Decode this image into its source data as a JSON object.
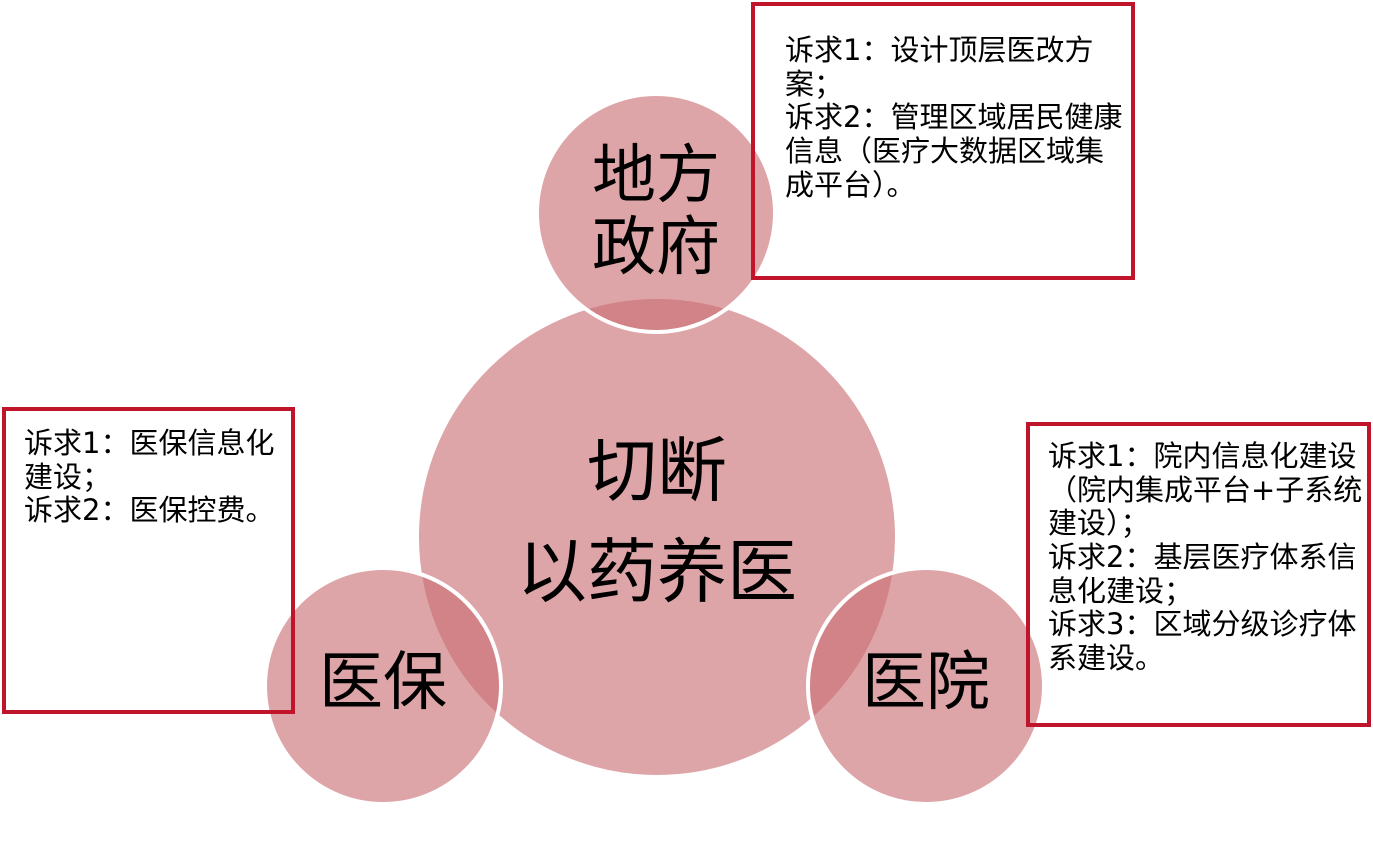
{
  "center": {
    "label": "切断\n以药养医"
  },
  "nodes": {
    "top": {
      "label": "地方\n政府"
    },
    "left": {
      "label": "医保"
    },
    "right": {
      "label": "医院"
    }
  },
  "boxes": {
    "top": {
      "text": "诉求1：设计顶层医改方案；\n诉求2：管理区域居民健康信息（医疗大数据区域集成平台）。"
    },
    "left": {
      "text": "诉求1：医保信息化建设；\n诉求2：医保控费。"
    },
    "right": {
      "text": "诉求1：院内信息化建设（院内集成平台+子系统建设）；\n诉求2：基层医疗体系信息化建设；\n诉求3：区域分级诊疗体系建设。"
    }
  },
  "colors": {
    "circle_fill": "#d98f93",
    "box_border": "#c0142a"
  }
}
